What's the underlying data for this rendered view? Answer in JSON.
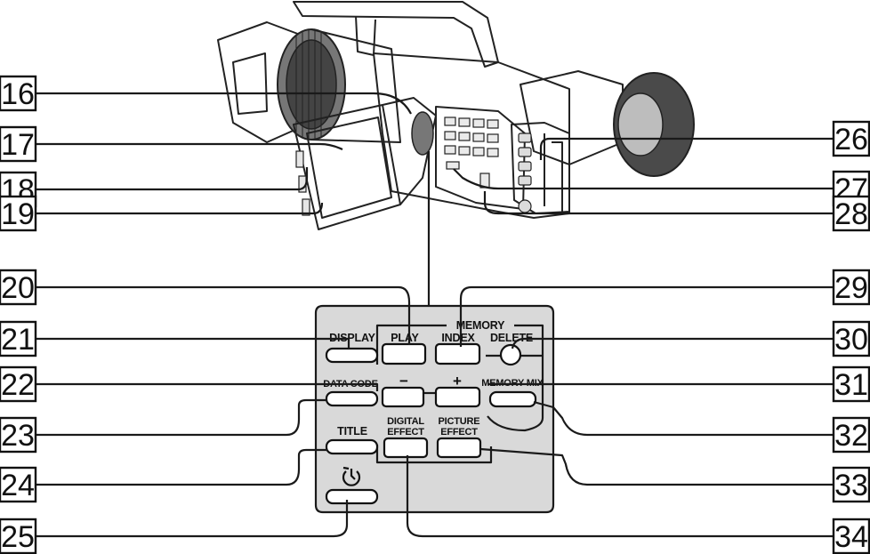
{
  "callouts": [
    {
      "num": "16",
      "side": "left"
    },
    {
      "num": "17",
      "side": "left"
    },
    {
      "num": "18",
      "side": "left"
    },
    {
      "num": "19",
      "side": "left"
    },
    {
      "num": "20",
      "side": "left"
    },
    {
      "num": "21",
      "side": "left"
    },
    {
      "num": "22",
      "side": "left"
    },
    {
      "num": "23",
      "side": "left"
    },
    {
      "num": "24",
      "side": "left"
    },
    {
      "num": "25",
      "side": "left"
    },
    {
      "num": "26",
      "side": "right"
    },
    {
      "num": "27",
      "side": "right"
    },
    {
      "num": "28",
      "side": "right"
    },
    {
      "num": "29",
      "side": "right"
    },
    {
      "num": "30",
      "side": "right"
    },
    {
      "num": "31",
      "side": "right"
    },
    {
      "num": "32",
      "side": "right"
    },
    {
      "num": "33",
      "side": "right"
    },
    {
      "num": "34",
      "side": "right"
    }
  ],
  "panel": {
    "memory_label": "MEMORY",
    "display": "DISPLAY",
    "play": "PLAY",
    "index": "INDEX",
    "delete": "DELETE",
    "data_code": "DATA CODE",
    "minus": "−",
    "plus": "+",
    "memory_mix": "MEMORY MIX",
    "title": "TITLE",
    "digital_effect_1": "DIGITAL",
    "digital_effect_2": "EFFECT",
    "picture_effect_1": "PICTURE",
    "picture_effect_2": "EFFECT",
    "self_timer_icon": "self-timer-icon"
  },
  "colors": {
    "panel_fill": "#d9d9d9",
    "line": "#1a1a1a",
    "camera_dark": "#3a3a3a",
    "camera_mid": "#8a8a8a",
    "camera_light": "#c8c8c8"
  }
}
